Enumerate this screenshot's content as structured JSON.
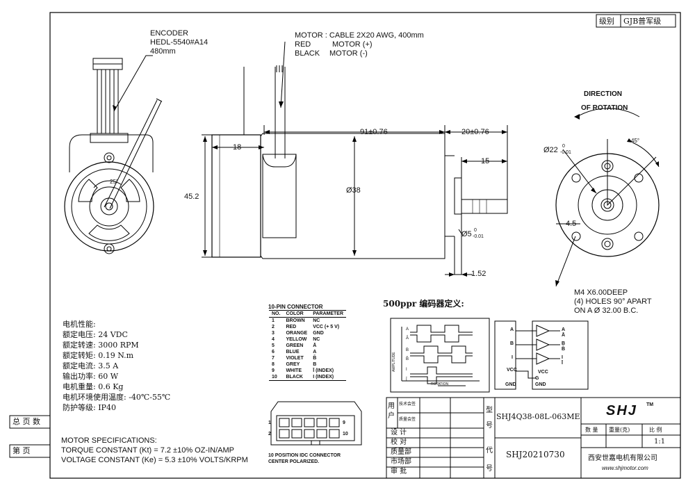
{
  "grade": {
    "label": "级别",
    "value": "GJB普军级"
  },
  "side_labels": {
    "total_pages": "总 页 数",
    "page": "第    页"
  },
  "encoder": {
    "line1": "ENCODER",
    "line2": "HEDL-5540#A14",
    "line3": "480mm"
  },
  "motor_cable": {
    "line1": "MOTOR :  CABLE 2X20 AWG, 400mm",
    "red": "RED",
    "red_val": "MOTOR (+)",
    "black": "BLACK",
    "black_val": "MOTOR (-)"
  },
  "direction": {
    "line1": "DIRECTION",
    "line2": "OF ROTATION"
  },
  "dims": {
    "d18": "18",
    "d91": "91±0.76",
    "d20": "20±0.76",
    "d15": "15",
    "d45_2": "45.2",
    "d38": "Ø38",
    "d5": "Ø5",
    "d5_tol_up": "0",
    "d5_tol_dn": "-0.01",
    "d152": "1.52",
    "d22": "Ø22",
    "d22_tol_up": "0",
    "d22_tol_dn": "-0.01",
    "d45deg": "45°",
    "d25deg": "25°",
    "d45": "4.5"
  },
  "holes_note": {
    "line1": "M4 X6.00DEEP",
    "line2": "(4) HOLES 90° APART",
    "line3": "ON A Ø 32.00 B.C."
  },
  "connector": {
    "title": "10-PIN CONNECTOR",
    "headers": [
      "NO.",
      "COLOR",
      "PARAMETER"
    ],
    "rows": [
      [
        "1",
        "BROWN",
        "NC"
      ],
      [
        "2",
        "RED",
        "VCC (+ 5 V)"
      ],
      [
        "3",
        "ORANGE",
        "GND"
      ],
      [
        "4",
        "YELLOW",
        "NC"
      ],
      [
        "5",
        "GREEN",
        "Ā"
      ],
      [
        "6",
        "BLUE",
        "A"
      ],
      [
        "7",
        "VIOLET",
        "B̄"
      ],
      [
        "8",
        "GREY",
        "B"
      ],
      [
        "9",
        "WHITE",
        "Ī (INDEX)"
      ],
      [
        "10",
        "BLACK",
        "I (INDEX)"
      ]
    ],
    "idc_line1": "10 POSITION IDC CONNECTOR",
    "idc_line2": "CENTER POLARIZED.",
    "pin_labels": [
      "1",
      "2",
      "9",
      "10"
    ]
  },
  "encoder_def": {
    "title": "500ppr 编码器定义:",
    "amplitude": "AMPLITUDE",
    "rotation": "ROTATION",
    "channels": [
      "A",
      "Ā",
      "B",
      "B̄",
      "I",
      "Ī"
    ],
    "circuit_in": [
      "A",
      "B",
      "I"
    ],
    "vcc": "VCC",
    "gnd": "GND",
    "g": "G"
  },
  "specs_cn": {
    "title": "电机性能:",
    "lines": [
      "额定电压: 24   VDC",
      "额定转速: 3000  RPM",
      "额定转矩: 0.19  N.m",
      "额定电流: 3.5   A",
      "输出功率: 60    W",
      "电机重量: 0.6  Kg",
      "电机环境使用温度: -40℃-55℃",
      "防护等级: IP40"
    ]
  },
  "specs_en": {
    "title": "MOTOR SPECIFICATIONS:",
    "line1": "TORQUE CONSTANT (Kt) = 7.2 ±10% OZ-IN/AMP",
    "line2": "VOLTAGE CONSTANT (Ke) = 5.3 ±10% VOLTS/KRPM"
  },
  "title_block": {
    "user": "用户",
    "tech_sign": "技术会签",
    "quality_sign": "质量会签",
    "design": "设  计",
    "check": "校  对",
    "quality": "质量部",
    "market": "市场部",
    "approve": "审  批",
    "model_label": "型号",
    "model": "SHJ4Q38-08L-063ME",
    "code_label": "代号",
    "code": "SHJ20210730",
    "logo": "SHJ",
    "tm": "TM",
    "qty": "数  量",
    "weight": "重量(克)",
    "ratio_label": "比  例",
    "ratio": "1:1",
    "company": "西安世嘉电机有限公司",
    "website": "www.shjmotor.com"
  }
}
